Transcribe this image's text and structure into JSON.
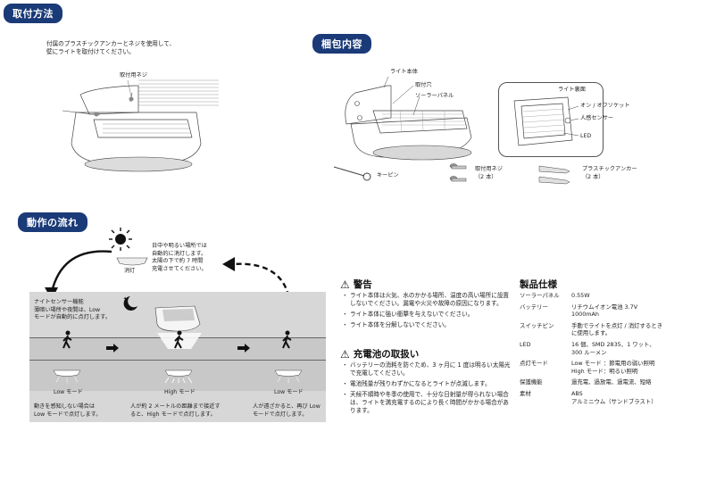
{
  "install": {
    "badge": "取付方法",
    "text_line1": "付属のプラスチックアンカーとネジを使用して、",
    "text_line2": "壁にライトを取付けてください。",
    "screw_label": "取付用ネジ"
  },
  "contents": {
    "badge": "梱包内容",
    "labels": {
      "light_body": "ライト本体",
      "mount_hole": "取付穴",
      "solar_panel": "ソーラーパネル",
      "light_back": "ライト裏面",
      "onoff_socket": "オン / オフソケット",
      "motion_sensor": "人感センサー",
      "led": "LED",
      "key_pin": "キーピン",
      "screw": "取付用ネジ",
      "screw_qty": "（2 本）",
      "anchor": "プラスチックアンカー",
      "anchor_qty": "（2 本）"
    }
  },
  "flow": {
    "badge": "動作の流れ",
    "sun_text_1": "日中や明るい場所では",
    "sun_text_2": "自動的に消灯します。",
    "sun_text_3": "太陽の下で約 7 時間",
    "sun_text_4": "充電させてください。",
    "off_label": "消灯",
    "night_text_1": "ナイトセンサー機能",
    "night_text_2": "薄暗い場所や夜間は、Low",
    "night_text_3": "モードが自動的に点灯します。",
    "mode_low_1": "Low モード",
    "mode_high": "High モード",
    "mode_low_2": "Low モード",
    "desc1_1": "動きを感知しない場合は",
    "desc1_2": "Low モードで点灯します。",
    "desc2_1": "人が約 2 メートルの距離まで接近す",
    "desc2_2": "ると、High モードで点灯します。",
    "desc3_1": "人が遠ざかると、再び Low",
    "desc3_2": "モードで点灯します。"
  },
  "warning": {
    "title": "警告",
    "items": [
      "ライト本体は火気、水のかかる場所、温度の高い場所に設置しないでください。漏電や火災や故障の原因になります。",
      "ライト本体に強い衝撃を与えないでください。",
      "ライト本体を分解しないでください。"
    ]
  },
  "battery": {
    "title": "充電池の取扱い",
    "items": [
      "バッテリーの消耗を防ぐため、3 ヶ月に 1 度は明るい太陽光で充電してください。",
      "電池残量が残りわずかになるとライトが点滅します。",
      "天候不順時や冬季の使用で、十分な日射量が得られない場合は、ライトを満充電するのにより長く時間がかかる場合があります。"
    ]
  },
  "spec": {
    "title": "製品仕様",
    "rows": [
      {
        "k": "ソーラーパネル",
        "v1": "0.55W",
        "v2": ""
      },
      {
        "k": "バッテリー",
        "v1": "リチウムイオン電池 3.7V",
        "v2": "1000mAh"
      },
      {
        "k": "スイッチピン",
        "v1": "手動でライトを点灯 / 消灯するとき",
        "v2": "に使用します。"
      },
      {
        "k": "LED",
        "v1": "16 個、SMD 2835、1 ワット、",
        "v2": "300 ルーメン"
      },
      {
        "k": "点灯モード",
        "v1": "Low モード ：節電用の弱い照明",
        "v2": "High モード：明るい照明"
      },
      {
        "k": "保護機能",
        "v1": "過充電、過放電、過電流、短絡",
        "v2": ""
      },
      {
        "k": "素材",
        "v1": "ABS",
        "v2": "アルミニウム（サンドブラスト）"
      }
    ]
  }
}
